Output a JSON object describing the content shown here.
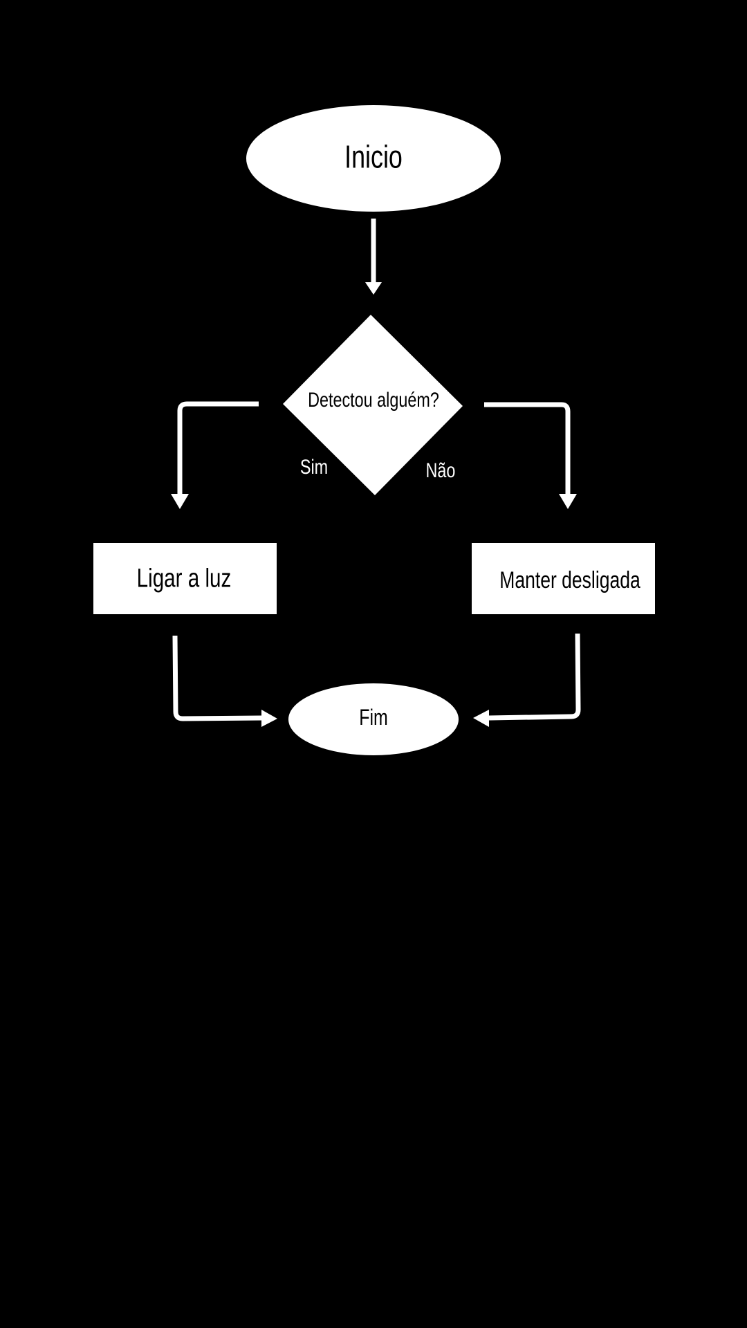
{
  "diagram": {
    "nodes": {
      "start": {
        "label": "Inicio",
        "shape": "ellipse"
      },
      "decision": {
        "label": "Detectou alguém?",
        "shape": "diamond"
      },
      "yes_action": {
        "label": "Ligar a luz",
        "shape": "rectangle"
      },
      "no_action": {
        "label": "Manter desligada",
        "shape": "rectangle"
      },
      "end": {
        "label": "Fim",
        "shape": "ellipse"
      }
    },
    "edges": [
      {
        "from": "start",
        "to": "decision",
        "label": ""
      },
      {
        "from": "decision",
        "to": "yes_action",
        "label": "Sim"
      },
      {
        "from": "decision",
        "to": "no_action",
        "label": "Não"
      },
      {
        "from": "yes_action",
        "to": "end",
        "label": ""
      },
      {
        "from": "no_action",
        "to": "end",
        "label": ""
      }
    ]
  },
  "colors": {
    "background": "#000000",
    "shape_fill": "#ffffff",
    "connector": "#ffffff",
    "node_text": "#000000",
    "edge_label_text": "#ffffff"
  }
}
